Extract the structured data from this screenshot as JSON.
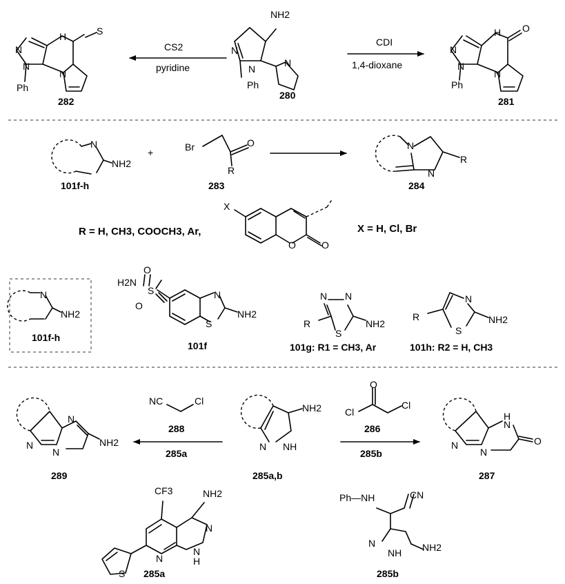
{
  "reaction1": {
    "reagent_left": "CS2",
    "solvent_left": "pyridine",
    "reagent_right": "CDI",
    "solvent_right": "1,4-dioxane",
    "labels": {
      "c282": "282",
      "c280": "280",
      "c281": "281"
    }
  },
  "reaction2": {
    "labels": {
      "c101fh": "101f-h",
      "c283": "283",
      "c284": "284"
    },
    "r_definition": "R = H, CH3, COOCH3, Ar,",
    "x_definition": "X = H, Cl, Br",
    "box_label": "101f-h",
    "c101f": "101f",
    "c101g": "101g: R1 = CH3, Ar",
    "c101h": "101h: R2 = H, CH3"
  },
  "reaction3": {
    "reagent_left": "288",
    "left_sub": "285a",
    "reagent_right": "286",
    "right_sub": "285b",
    "labels": {
      "c289": "289",
      "c285ab": "285a,b",
      "c287": "287",
      "c285a": "285a",
      "c285b": "285b"
    }
  },
  "atoms": {
    "nh2": "NH2",
    "nh": "NH",
    "h": "H",
    "n": "N",
    "s": "S",
    "o": "O",
    "ph": "Ph",
    "br": "Br",
    "cl": "Cl",
    "r": "R",
    "x": "X",
    "nc": "NC",
    "cn": "CN",
    "cf3": "CF3",
    "h2n": "H2N",
    "ph_nh": "Ph—NH"
  }
}
